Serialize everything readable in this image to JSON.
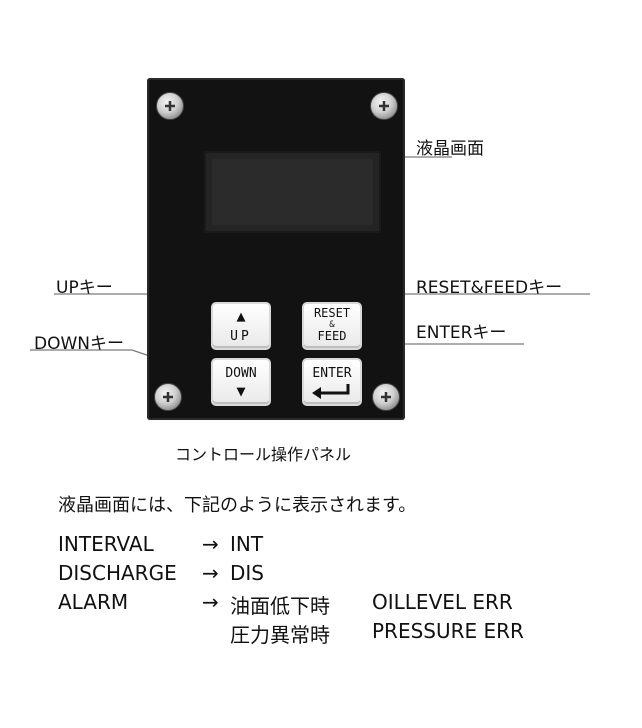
{
  "panel": {
    "keys": {
      "up": {
        "arrow": "▲",
        "text": "UP"
      },
      "down": {
        "text": "DOWN",
        "arrow": "▼"
      },
      "reset_feed": {
        "line1": "RESET",
        "line2": "&",
        "line3": "FEED"
      },
      "enter": {
        "text": "ENTER"
      }
    }
  },
  "labels": {
    "lcd": "液晶画面",
    "up_key": "UPキー",
    "down_key": "DOWNキー",
    "reset_feed_key": "RESET&FEEDキー",
    "enter_key": "ENTERキー"
  },
  "caption": "コントロール操作パネル",
  "description": "液晶画面には、下記のように表示されます。",
  "mappings": [
    {
      "term": "INTERVAL",
      "arrow": "→",
      "display": "INT"
    },
    {
      "term": "DISCHARGE",
      "arrow": "→",
      "display": "DIS"
    },
    {
      "term": "ALARM",
      "arrow": "→",
      "display": "油面低下時",
      "code": "OILLEVEL ERR"
    },
    {
      "term": "",
      "arrow": "",
      "display": "圧力異常時",
      "code": "PRESSURE ERR"
    }
  ]
}
